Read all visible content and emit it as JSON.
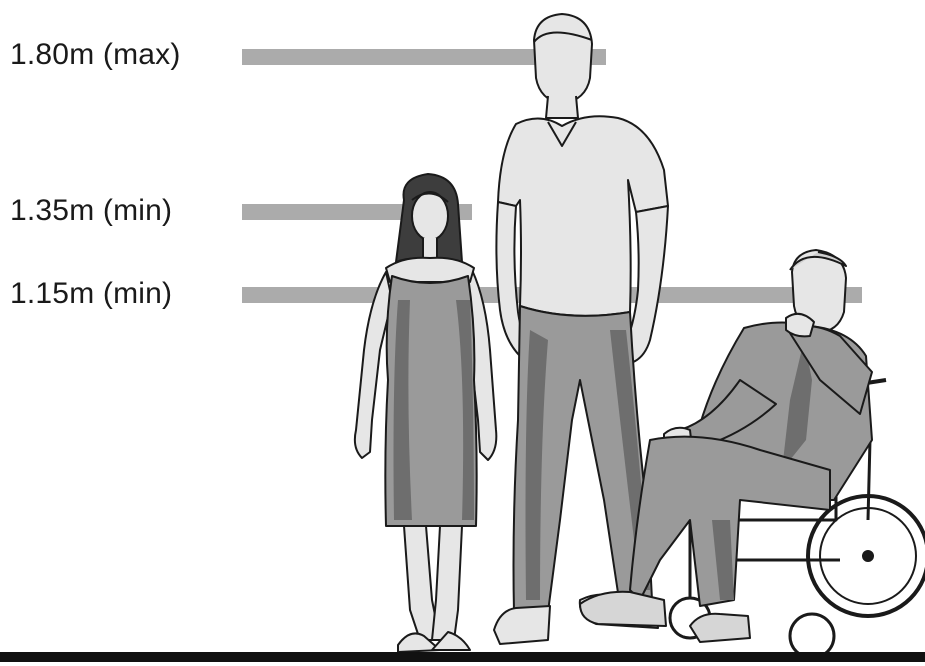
{
  "labels": {
    "max": "1.80m (max)",
    "min_135": "1.35m (min)",
    "min_115": "1.15m (min)"
  },
  "colors": {
    "bar": "#ababab",
    "ground": "#111111",
    "figure_light": "#e6e6e6",
    "figure_mid": "#9a9a9a",
    "figure_dark": "#6e6e6e",
    "outline": "#1a1a1a"
  }
}
